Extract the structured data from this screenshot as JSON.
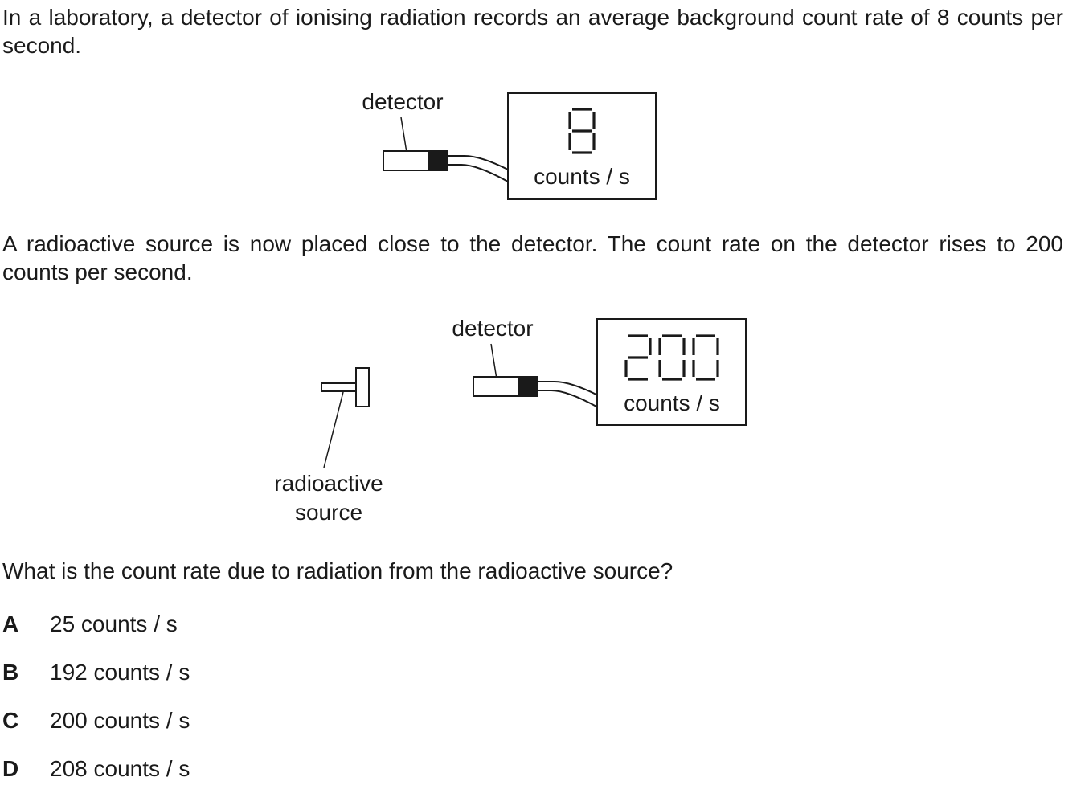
{
  "intro": "In a laboratory, a detector of ionising radiation records an average background count rate of 8 counts per second.",
  "diagram1": {
    "detector_label": "detector",
    "display_value": "8",
    "display_unit": "counts / s"
  },
  "middle": "A radioactive source is now placed close to the detector. The count rate on the detector rises to 200 counts per second.",
  "diagram2": {
    "detector_label": "detector",
    "display_value": "200",
    "display_unit": "counts / s",
    "source_label_line1": "radioactive",
    "source_label_line2": "source"
  },
  "question": "What is the count rate due to radiation from the radioactive source?",
  "options": [
    {
      "letter": "A",
      "text": "25 counts / s"
    },
    {
      "letter": "B",
      "text": "192 counts / s"
    },
    {
      "letter": "C",
      "text": "200 counts / s"
    },
    {
      "letter": "D",
      "text": "208 counts / s"
    }
  ]
}
